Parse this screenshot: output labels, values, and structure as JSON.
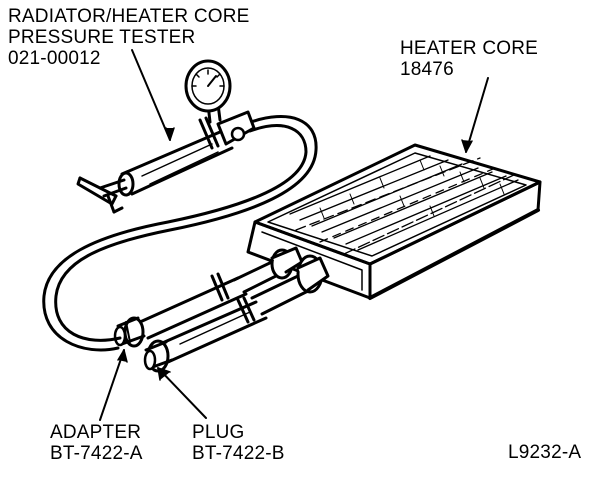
{
  "labels": {
    "tester": {
      "line1": "RADIATOR/HEATER CORE",
      "line2": "PRESSURE TESTER",
      "line3": "021-00012"
    },
    "heater_core": {
      "line1": "HEATER CORE",
      "line2": "18476"
    },
    "adapter": {
      "line1": "ADAPTER",
      "line2": "BT-7422-A"
    },
    "plug": {
      "line1": "PLUG",
      "line2": "BT-7422-B"
    },
    "figure_code": "L9232-A"
  },
  "colors": {
    "ink": "#000000",
    "paper": "#ffffff"
  }
}
